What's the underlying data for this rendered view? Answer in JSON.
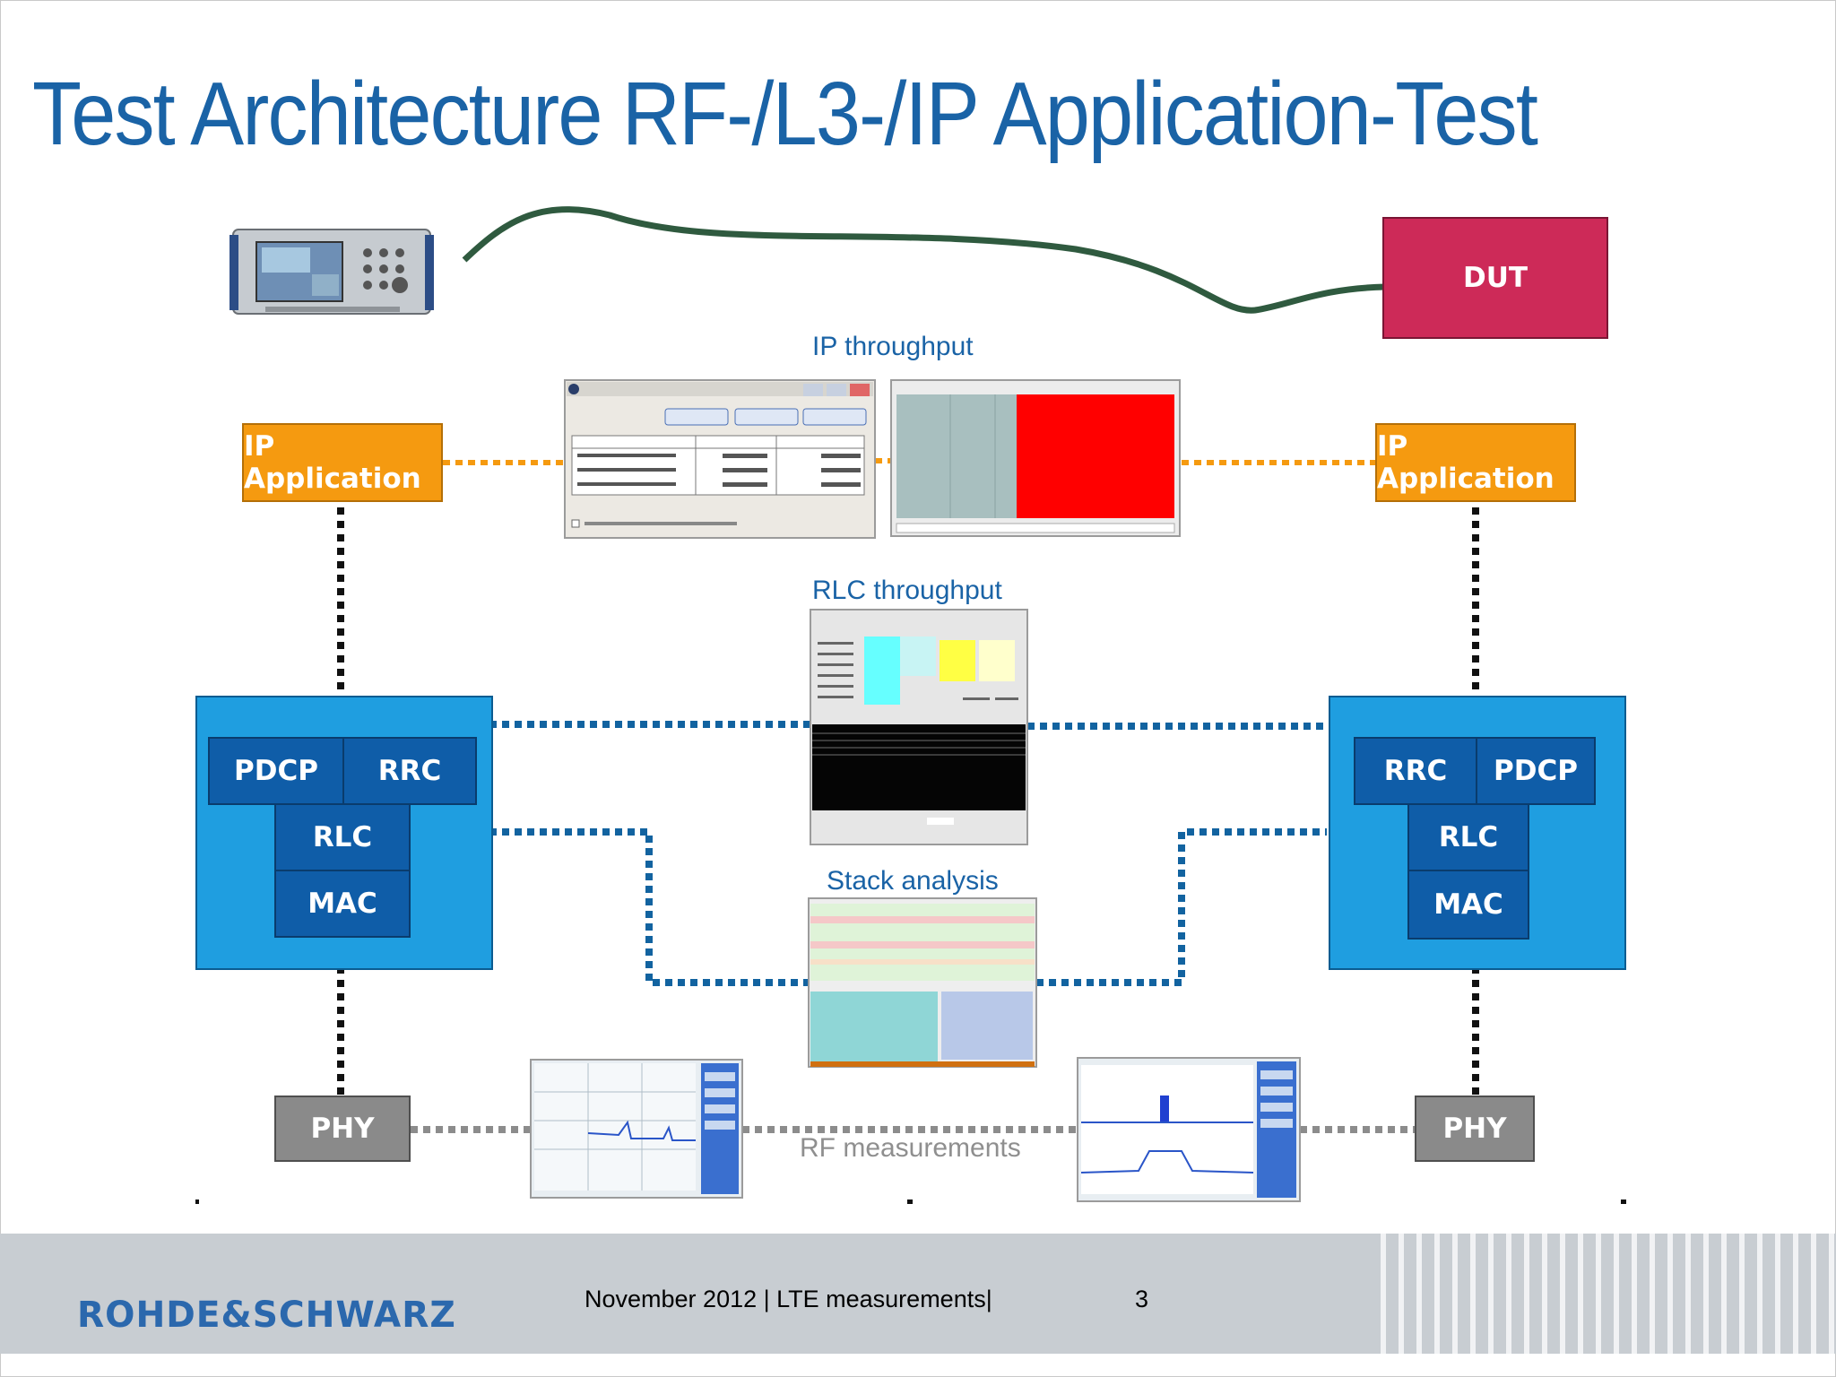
{
  "title": "Test Architecture RF-/L3-/IP Application-Test",
  "dut_label": "DUT",
  "ip_app_left": "IP Application",
  "ip_app_right": "IP Application",
  "captions": {
    "ip_throughput": "IP throughput",
    "rlc_throughput": "RLC throughput",
    "stack_analysis": "Stack analysis",
    "rf_measurements": "RF measurements"
  },
  "left_stack": {
    "pdcp": "PDCP",
    "rrc": "RRC",
    "rlc": "RLC",
    "mac": "MAC",
    "phy": "PHY"
  },
  "right_stack": {
    "rrc": "RRC",
    "pdcp": "PDCP",
    "rlc": "RLC",
    "mac": "MAC",
    "phy": "PHY"
  },
  "footer": {
    "brand": "ROHDE&SCHWARZ",
    "text": "November 2012 |  LTE measurements|",
    "page": "3"
  },
  "colors": {
    "title": "#1a63a6",
    "ip_app": "#f59a10",
    "stack_bg": "#1f9ee0",
    "layer": "#0f5da8",
    "dut": "#cd2a58",
    "phy": "#8a8a8a",
    "cable": "#2f5a3f"
  }
}
